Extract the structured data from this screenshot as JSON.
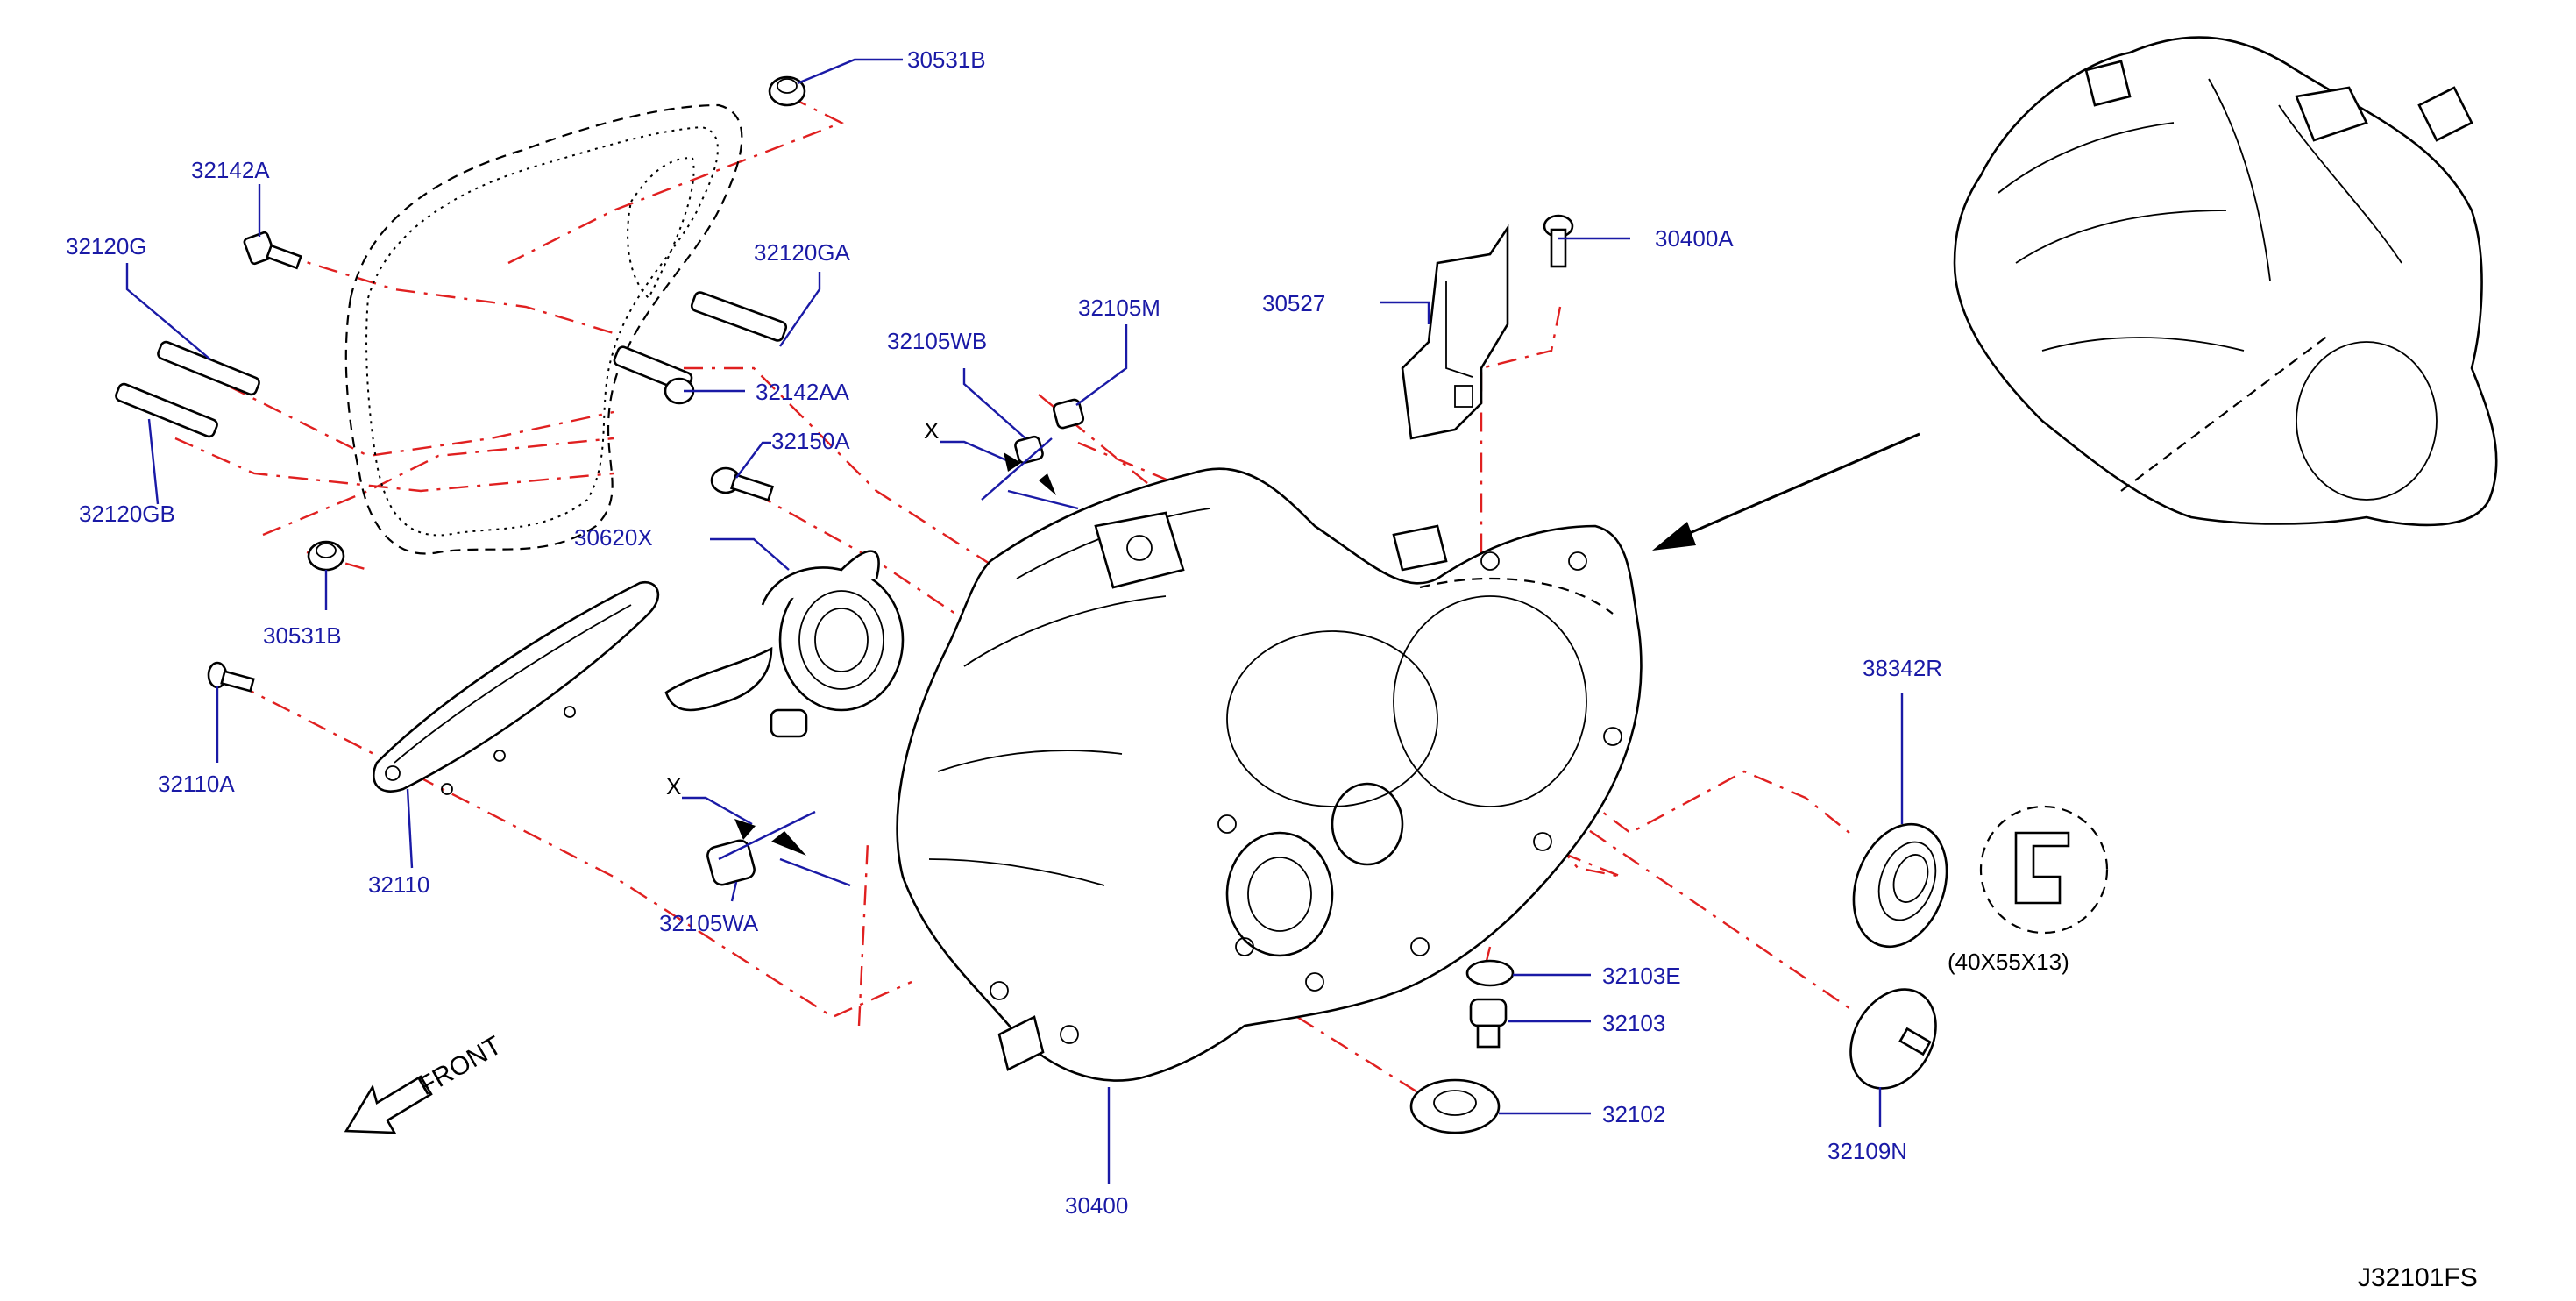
{
  "diagram_id": "J32101FS",
  "front_label": "FRONT",
  "seal_size_note": "(40X55X13)",
  "x_marker": "X",
  "parts": {
    "p30531B_top": "30531B",
    "p32142A": "32142A",
    "p32120G": "32120G",
    "p32120GA": "32120GA",
    "p32142AA": "32142AA",
    "p32120GB": "32120GB",
    "p30531B_bottom": "30531B",
    "p32110A": "32110A",
    "p32110": "32110",
    "p32150A": "32150A",
    "p30620X": "30620X",
    "p32105WB": "32105WB",
    "p32105M": "32105M",
    "p30527": "30527",
    "p30400A": "30400A",
    "p32105WA": "32105WA",
    "p38342R": "38342R",
    "p32103E": "32103E",
    "p32103": "32103",
    "p32102": "32102",
    "p32109N": "32109N",
    "p30400": "30400"
  },
  "colors": {
    "label": "#1a1aa6",
    "centerline": "#e02020",
    "outline": "#000000"
  }
}
